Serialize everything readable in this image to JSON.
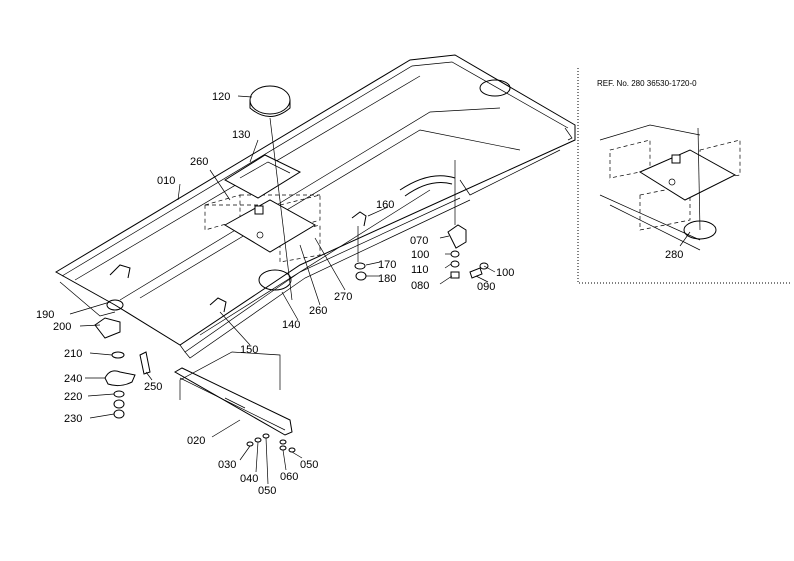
{
  "ref_note": "REF. No. 280  36530-1720-0",
  "part_labels": {
    "p010": "010",
    "p020": "020",
    "p030": "030",
    "p040": "040",
    "p050a": "050",
    "p050b": "050",
    "p060": "060",
    "p070": "070",
    "p080": "080",
    "p090": "090",
    "p100a": "100",
    "p100b": "100",
    "p110": "110",
    "p120": "120",
    "p130": "130",
    "p140": "140",
    "p150": "150",
    "p160": "160",
    "p170": "170",
    "p180": "180",
    "p190": "190",
    "p200": "200",
    "p210": "210",
    "p220": "220",
    "p230": "230",
    "p240": "240",
    "p250": "250",
    "p260a": "260",
    "p260b": "260",
    "p270": "270",
    "p280": "280"
  }
}
